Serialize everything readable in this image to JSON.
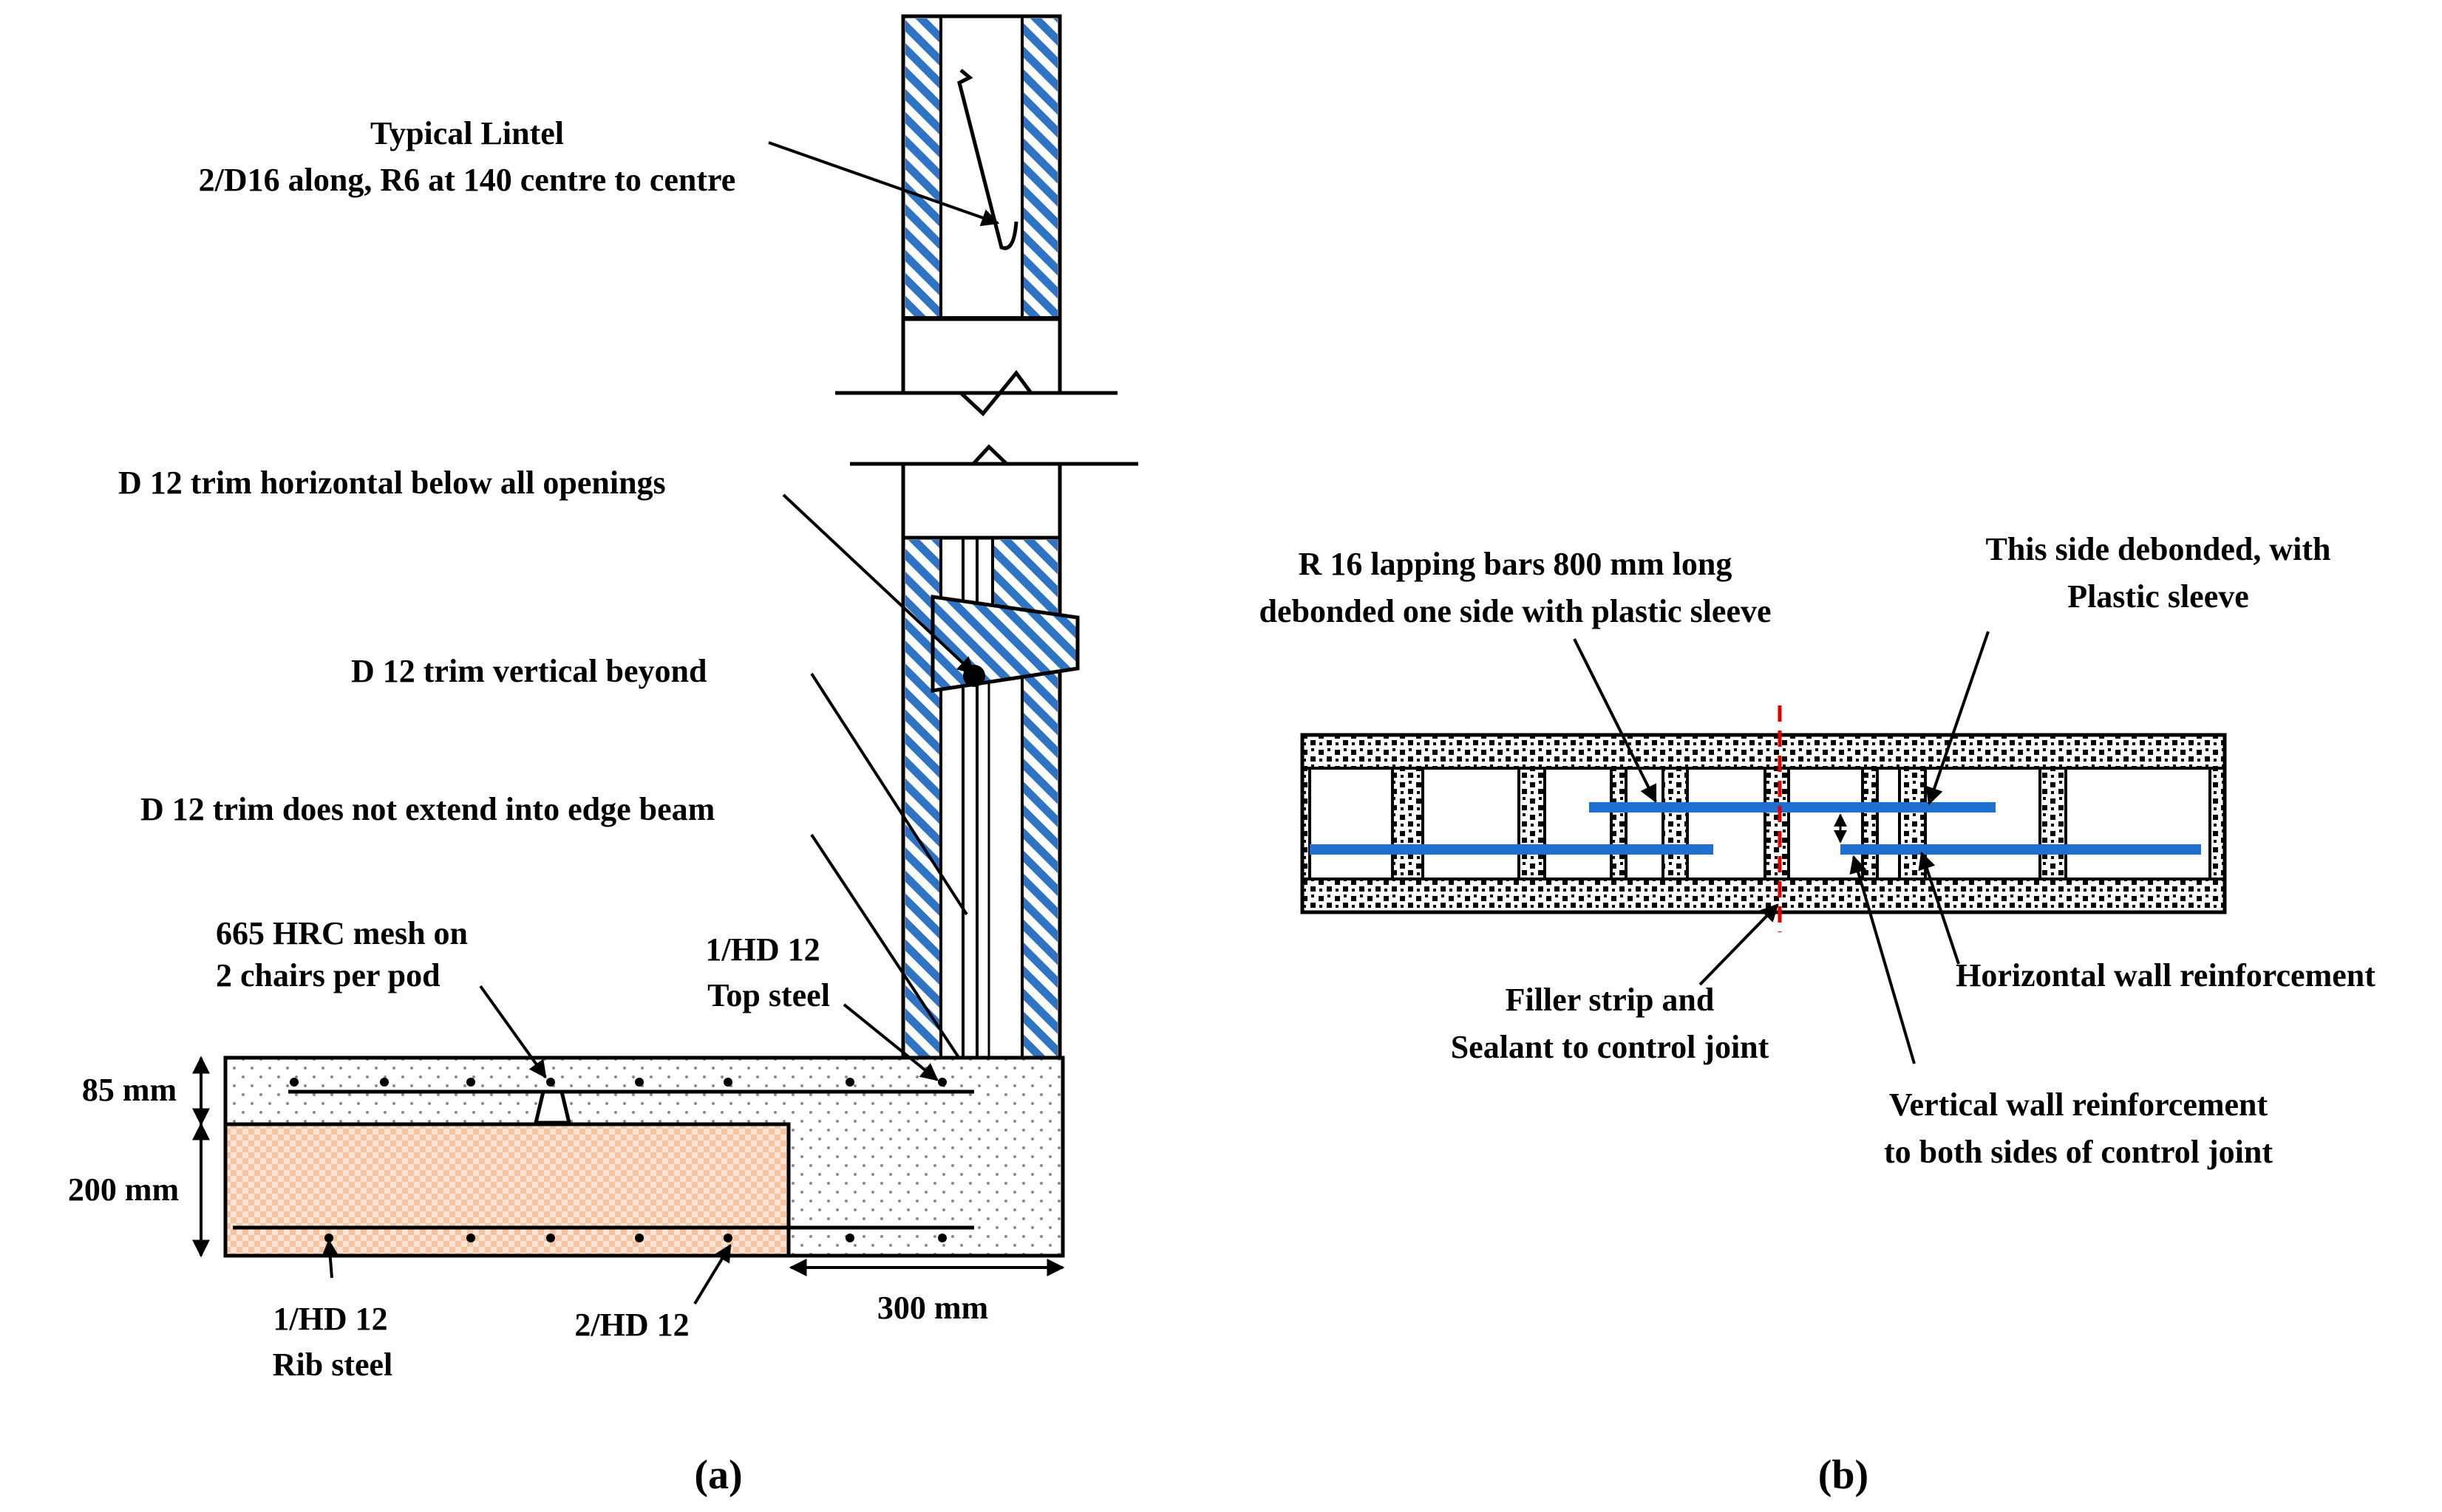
{
  "colors": {
    "hatch_blue": "#2f74c4",
    "rebar_blue": "#1f6fd1",
    "rib_fill": "#f3c3a2",
    "control_joint": "#e00000",
    "line": "#000000"
  },
  "panel_a": {
    "caption": "(a)",
    "lintel": {
      "title": "Typical Lintel",
      "detail": "2/D16 along, R6 at 140 centre to centre"
    },
    "trim_horizontal": "D 12 trim horizontal below all openings",
    "trim_vertical": "D 12 trim vertical beyond",
    "trim_no_extend": "D 12 trim does not extend into edge beam",
    "mesh": {
      "line1": "665 HRC mesh on",
      "line2": "2 chairs per pod"
    },
    "top_steel": {
      "line1": "1/HD 12",
      "line2": "Top steel"
    },
    "rib_steel": {
      "line1": "1/HD 12",
      "line2": "Rib steel"
    },
    "bottom_bars": "2/HD 12",
    "dim_85": "85 mm",
    "dim_200": "200 mm",
    "dim_300": "300 mm"
  },
  "panel_b": {
    "caption": "(b)",
    "lapping_bars": {
      "line1": "R 16 lapping bars 800 mm long",
      "line2": "debonded one side with plastic sleeve"
    },
    "debonded_side": {
      "line1": "This side debonded, with",
      "line2": "Plastic sleeve"
    },
    "filler": {
      "line1": "Filler strip and",
      "line2": "Sealant to control joint"
    },
    "horizontal_reinf": "Horizontal wall reinforcement",
    "vertical_reinf": {
      "line1": "Vertical wall  reinforcement",
      "line2": "to both sides of control joint"
    }
  }
}
